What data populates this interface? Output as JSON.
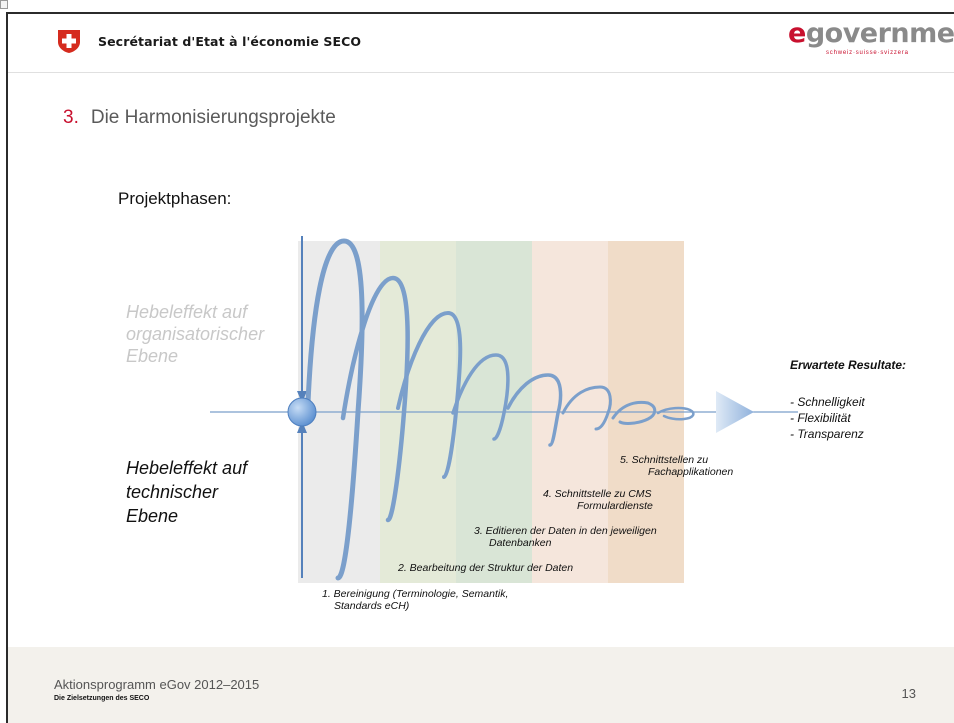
{
  "header": {
    "organisation": "Secrétariat d'Etat à l'économie SECO",
    "logo_letter": "e",
    "logo_rest": "government",
    "logo_subtitle": "schweiz·suisse·svizzera"
  },
  "slide": {
    "section_number": "3.",
    "title": "Die Harmonisierungsprojekte",
    "subtitle": "Projektphasen:"
  },
  "diagram": {
    "left_upper": [
      "Hebeleffekt auf",
      "organisatorischer",
      "Ebene"
    ],
    "left_lower": [
      "Hebeleffekt auf",
      "technischer",
      "Ebene"
    ],
    "results_title": "Erwartete Resultate:",
    "results": [
      "- Schnelligkeit",
      "- Flexibilität",
      "- Transparenz"
    ],
    "phases": [
      {
        "lines": [
          "1. Bereinigung (Terminologie, Semantik,",
          "Standards eCH)"
        ]
      },
      {
        "lines": [
          "2. Bearbeitung der Struktur der Daten"
        ]
      },
      {
        "lines": [
          "3. Editieren der Daten in den jeweiligen",
          "Datenbanken"
        ]
      },
      {
        "lines": [
          "4. Schnittstelle zu CMS",
          "Formulardienste"
        ]
      },
      {
        "lines": [
          "5. Schnittstellen zu",
          "Fachapplikationen"
        ]
      }
    ],
    "band_colors": [
      "#ebebeb",
      "#e4ead8",
      "#d9e5d6",
      "#f5e6dc",
      "#f0dcc8"
    ],
    "spiral_color": "#6f93c4",
    "axis_color": "#4f7fb8"
  },
  "footer": {
    "program": "Aktionsprogramm eGov 2012–2015",
    "subtitle": "Die Zielsetzungen des SECO",
    "page_number": "13"
  }
}
